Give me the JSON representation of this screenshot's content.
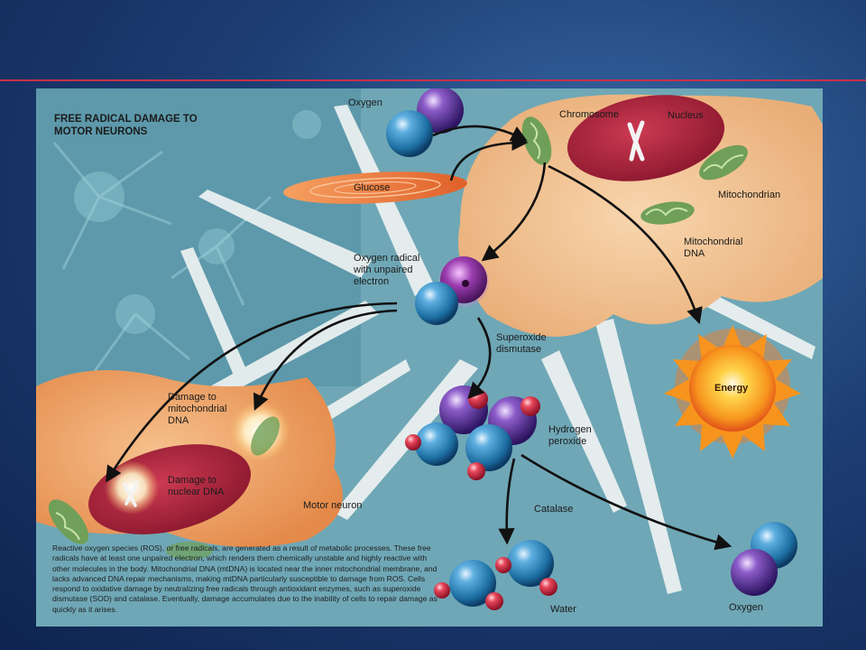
{
  "figure": {
    "title": "FREE RADICAL DAMAGE TO\nMOTOR NEURONS",
    "labels": {
      "oxygen_top": "Oxygen",
      "chromosome": "Chromosome",
      "nucleus": "Nucleus",
      "glucose": "Glucose",
      "mitochondrion": "Mitochondrian",
      "mito_dna": "Mitochondrial\nDNA",
      "oxygen_radical": "Oxygen radical\nwith unpaired\nelectron",
      "superoxide": "Superoxide\ndismutase",
      "energy": "Energy",
      "damage_mito": "Damage to\nmitochondrial\nDNA",
      "hydrogen_peroxide": "Hydrogen\nperoxide",
      "damage_nuclear": "Damage to\nnuclear DNA",
      "motor_neuron": "Motor neuron",
      "catalase": "Catalase",
      "water": "Water",
      "oxygen_bottom": "Oxygen"
    },
    "caption": "Reactive oxygen species (ROS), or free radicals, are generated as a result of metabolic processes. These free radicals have at least one unpaired electron, which renders them chemically unstable and highly reactive with other molecules in the body. Mitochondrial DNA (mtDNA) is located near the inner mitochondrial membrane, and lacks advanced DNA repair mechanisms, making mtDNA particularly susceptible to damage from ROS. Cells respond to oxidative damage by neutralizing free radicals through antioxidant enzymes, such as superoxide dismutase (SOD) and catalase. Eventually, damage accumulates due to the inability of cells to repair damage as quickly as it arises."
  },
  "colors": {
    "slide_bg": "#1d3e74",
    "title_rule": "#c8304a",
    "figure_bg": "#6fa7b6",
    "cell_body": "#f2c59a",
    "nucleus": "#b3283f",
    "oxygen_atom": "#1f7bb0",
    "hydrogen_atom": "#e23a4a",
    "radical": "#7a2f8a",
    "energy": "#f7941d",
    "mitochondria": "#6f9f58"
  }
}
